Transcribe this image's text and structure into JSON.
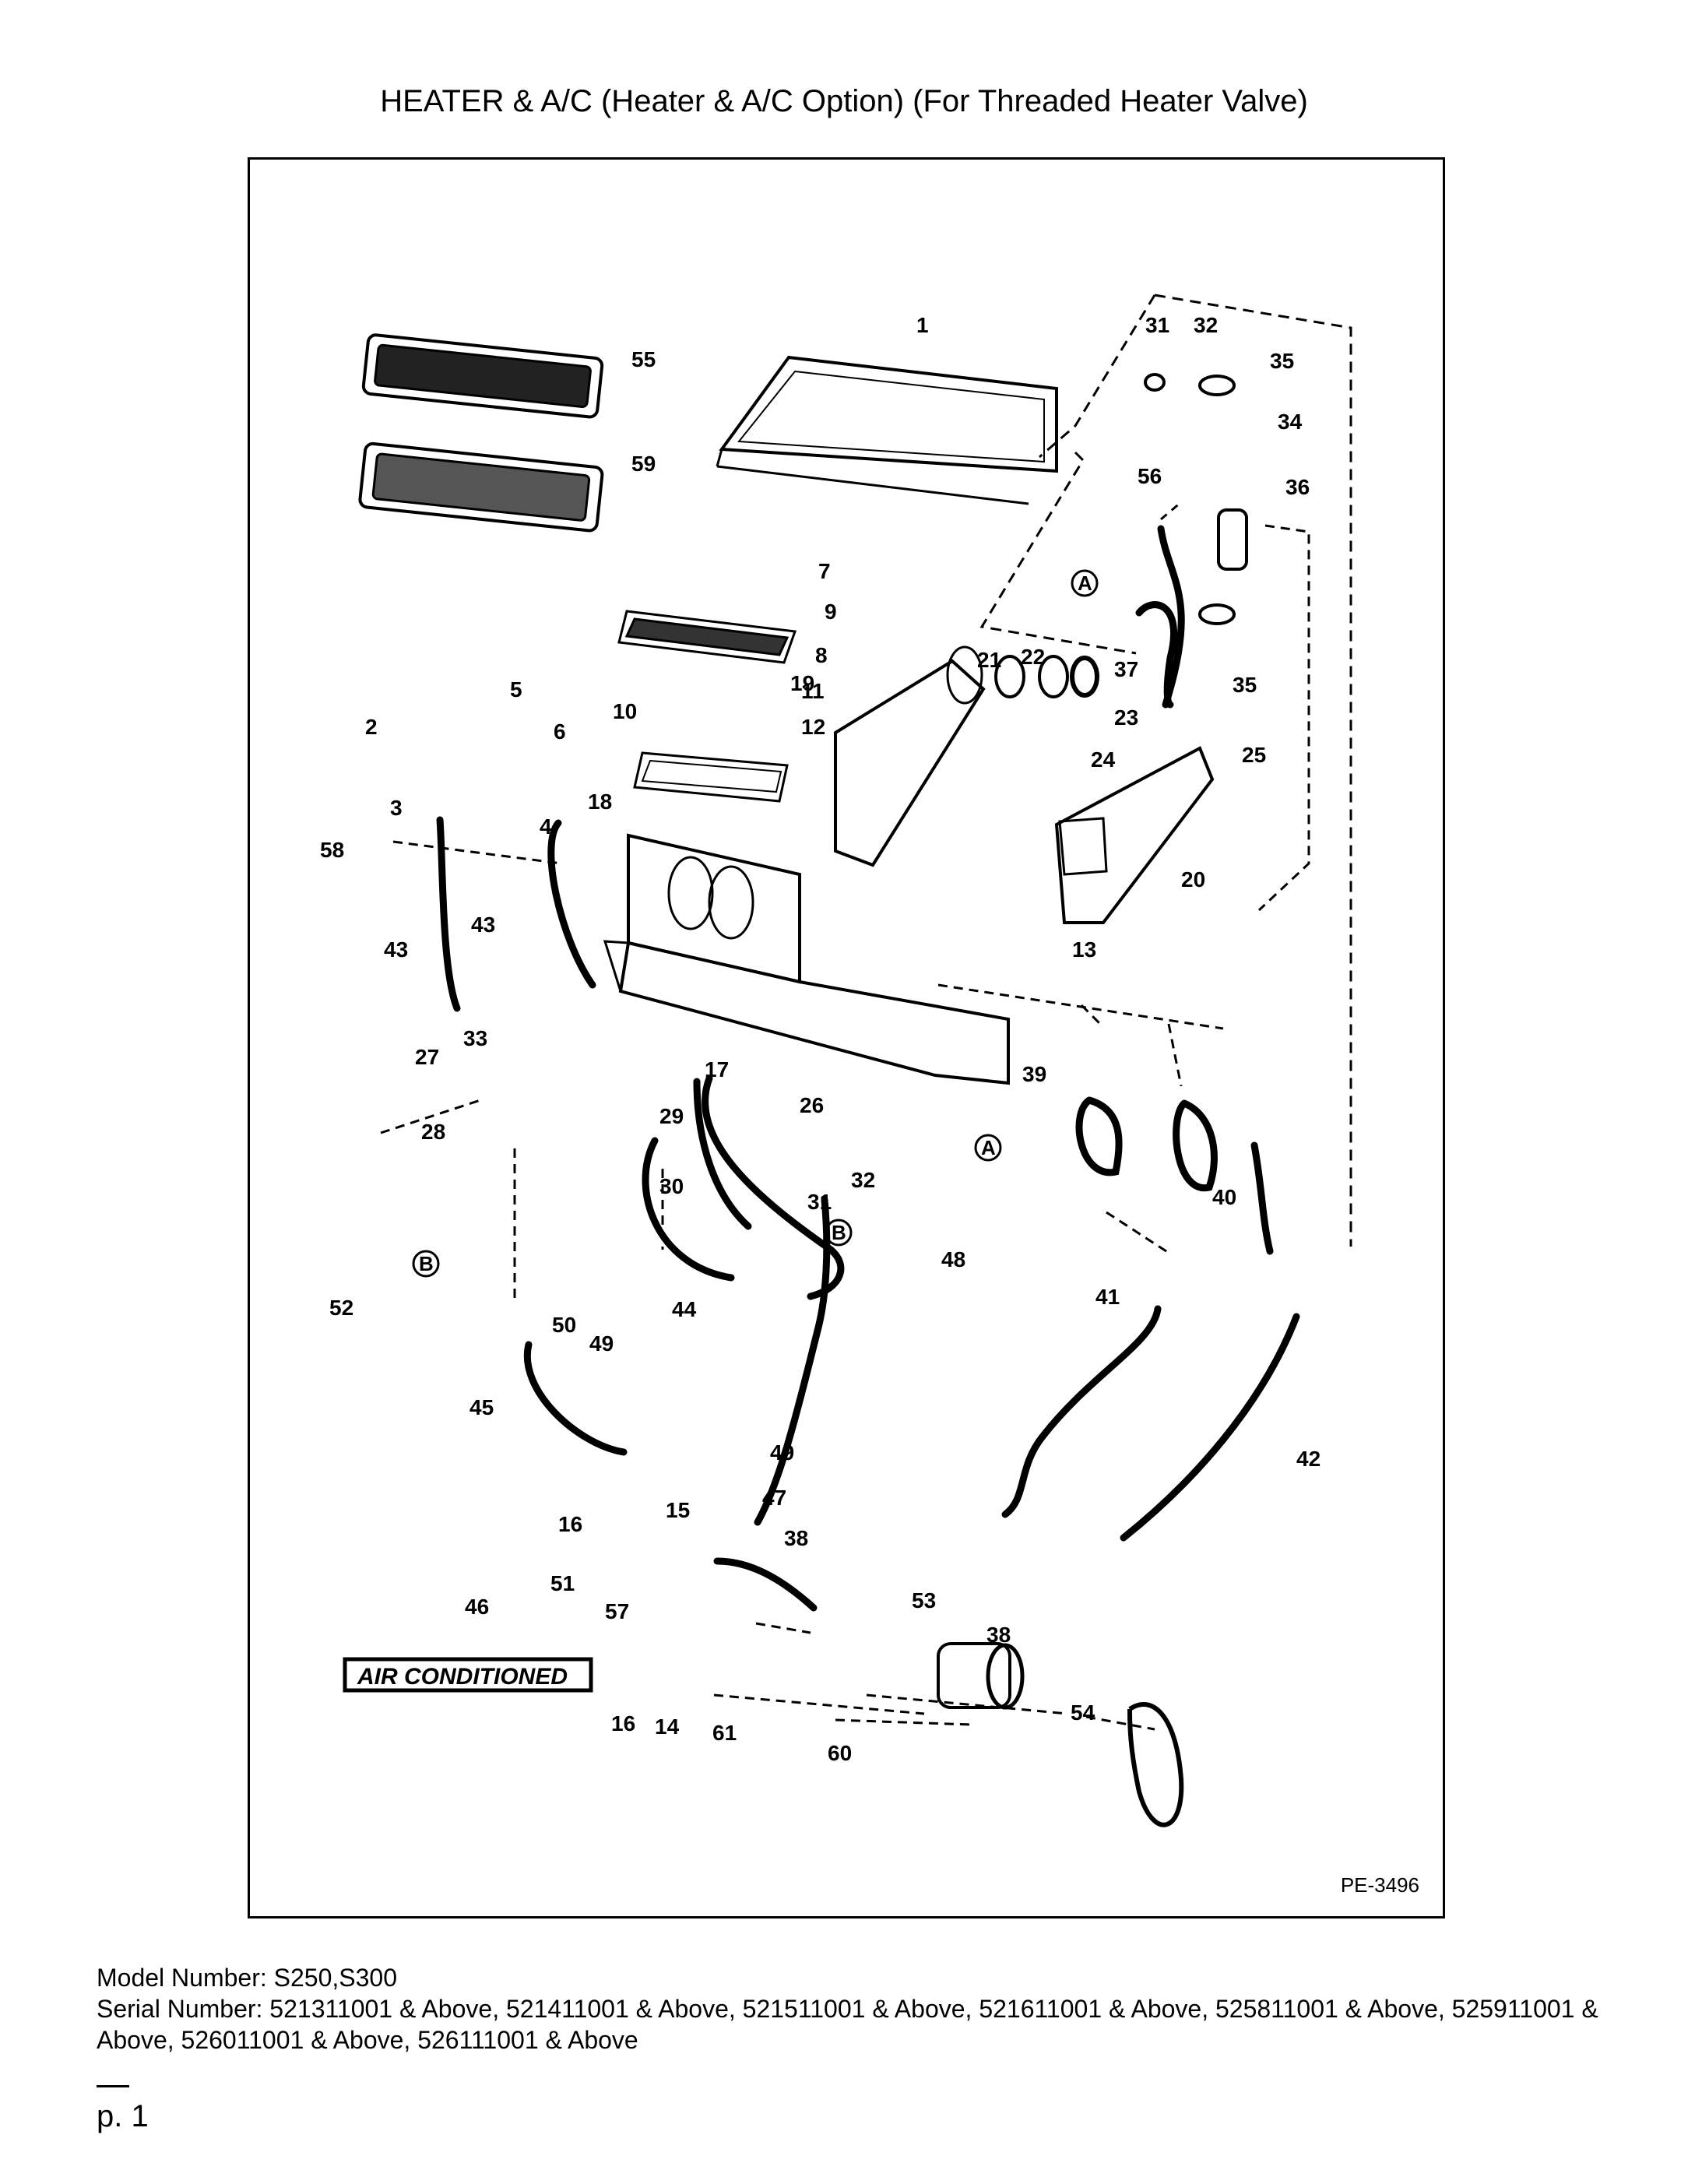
{
  "title": "HEATER & A/C (Heater & A/C Option) (For Threaded Heater Valve)",
  "diagram": {
    "reference": "PE-3496",
    "decal_text": "AIR CONDITIONED",
    "connector_letters": [
      "A",
      "B"
    ],
    "callouts": [
      "1",
      "2",
      "3",
      "4",
      "5",
      "6",
      "7",
      "8",
      "9",
      "10",
      "11",
      "12",
      "13",
      "14",
      "15",
      "16",
      "17",
      "18",
      "19",
      "20",
      "21",
      "22",
      "23",
      "24",
      "25",
      "26",
      "27",
      "28",
      "29",
      "30",
      "31",
      "32",
      "33",
      "34",
      "35",
      "36",
      "37",
      "38",
      "39",
      "40",
      "41",
      "42",
      "43",
      "44",
      "45",
      "46",
      "47",
      "48",
      "49",
      "50",
      "51",
      "52",
      "53",
      "54",
      "55",
      "56",
      "57",
      "58",
      "59",
      "60",
      "61"
    ]
  },
  "footer": {
    "model_line": "Model Number: S250,S300",
    "serial_line": "Serial Number: 521311001 & Above, 521411001 & Above, 521511001 & Above, 521611001 & Above, 525811001 & Above, 525911001 & Above, 526011001 & Above, 526111001 & Above"
  },
  "page_number": "p. 1"
}
